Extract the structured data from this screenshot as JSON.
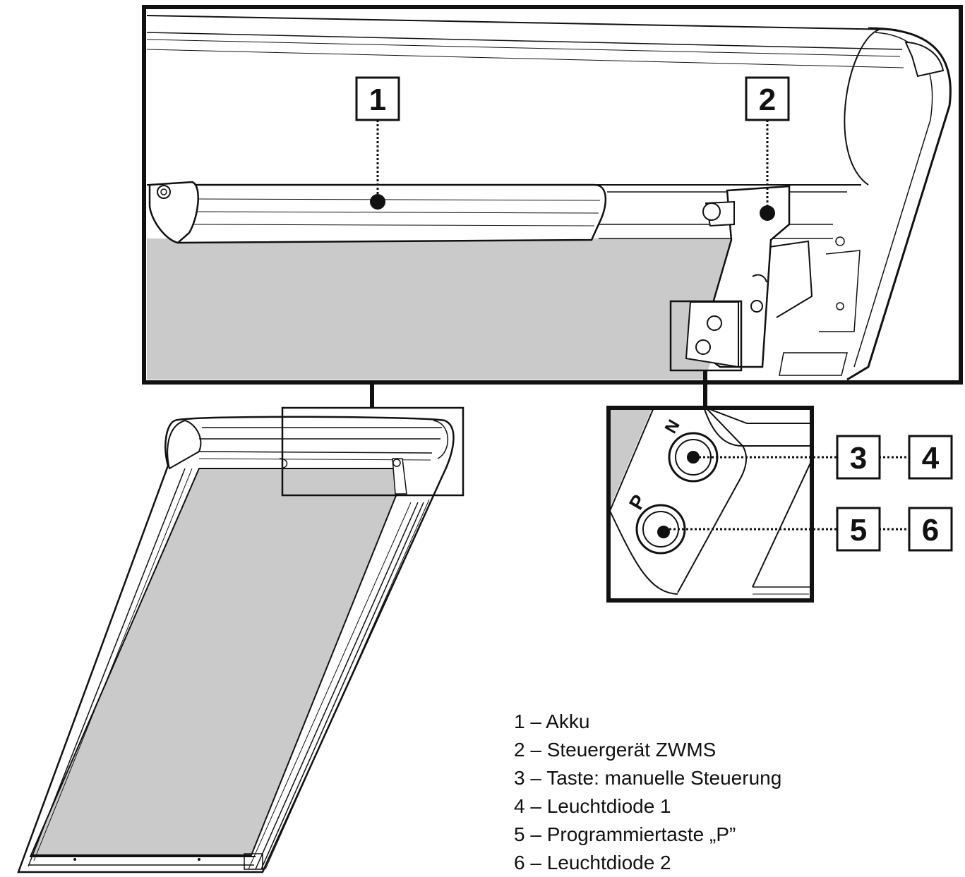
{
  "callouts": [
    {
      "number": "1"
    },
    {
      "number": "2"
    },
    {
      "number": "3"
    },
    {
      "number": "4"
    },
    {
      "number": "5"
    },
    {
      "number": "6"
    }
  ],
  "legend": [
    {
      "text": "1 – Akku"
    },
    {
      "text": "2 – Steuergerät ZWMS"
    },
    {
      "text": "3 – Taste: manuelle Steuerung"
    },
    {
      "text": "4 – Leuchtdiode 1"
    },
    {
      "text": "5 – Programmiertaste „P”"
    },
    {
      "text": "6 – Leuchtdiode 2"
    }
  ],
  "button_labels": {
    "manual_symbol": "N",
    "program_symbol": "P"
  },
  "colors": {
    "fabric_gray": "#cacaca",
    "line": "#111111",
    "background": "#ffffff"
  }
}
